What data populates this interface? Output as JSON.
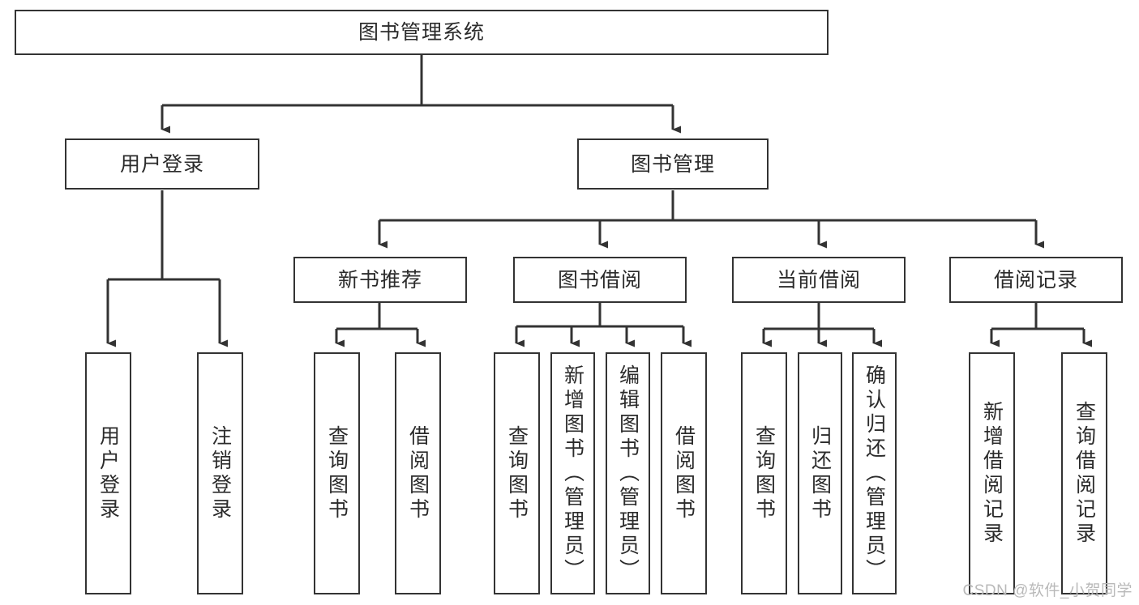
{
  "diagram": {
    "type": "tree",
    "title": "图书管理系统",
    "root": {
      "label": "图书管理系统"
    },
    "level1": [
      {
        "label": "用户登录"
      },
      {
        "label": "图书管理"
      }
    ],
    "level2": [
      {
        "label": "新书推荐"
      },
      {
        "label": "图书借阅"
      },
      {
        "label": "当前借阅"
      },
      {
        "label": "借阅记录"
      }
    ],
    "leaves": {
      "user_login": [
        {
          "label": "用户登录"
        },
        {
          "label": "注销登录"
        }
      ],
      "new_book_recommend": [
        {
          "label": "查询图书"
        },
        {
          "label": "借阅图书"
        }
      ],
      "book_borrow": [
        {
          "label": "查询图书"
        },
        {
          "label": "新增图书（管理员）"
        },
        {
          "label": "编辑图书（管理员）"
        },
        {
          "label": "借阅图书"
        }
      ],
      "current_borrow": [
        {
          "label": "查询图书"
        },
        {
          "label": "归还图书"
        },
        {
          "label": "确认归还（管理员）"
        }
      ],
      "borrow_record": [
        {
          "label": "新增借阅记录"
        },
        {
          "label": "查询借阅记录"
        }
      ]
    },
    "colors": {
      "border": "#333333",
      "text": "#2b2b2b",
      "background": "#ffffff",
      "connector": "#333333",
      "watermark": "#b9b9b9"
    }
  },
  "watermark": {
    "text": "CSDN @软件_小贺同学"
  }
}
